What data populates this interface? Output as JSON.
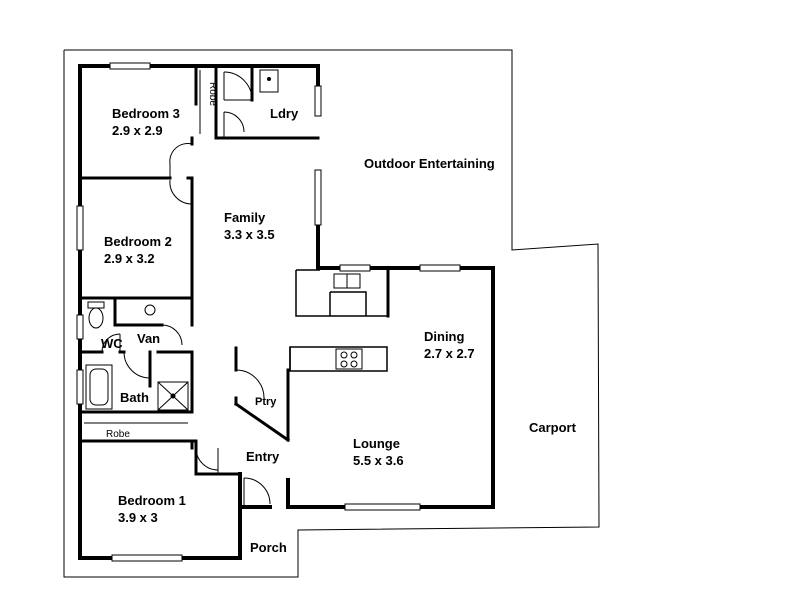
{
  "plan": {
    "rooms": {
      "bedroom3": {
        "name": "Bedroom 3",
        "size": "2.9 x 2.9"
      },
      "robe_b3": {
        "name": "Robe"
      },
      "laundry": {
        "name": "Ldry"
      },
      "outdoor": {
        "name": "Outdoor Entertaining"
      },
      "family": {
        "name": "Family",
        "size": "3.3 x 3.5"
      },
      "bedroom2": {
        "name": "Bedroom 2",
        "size": "2.9 x 3.2"
      },
      "dining": {
        "name": "Dining",
        "size": "2.7 x 2.7"
      },
      "vanity": {
        "name": "Van"
      },
      "wc": {
        "name": "WC"
      },
      "pantry": {
        "name": "Ptry"
      },
      "bath": {
        "name": "Bath"
      },
      "carport": {
        "name": "Carport"
      },
      "robe_b1": {
        "name": "Robe"
      },
      "lounge": {
        "name": "Lounge",
        "size": "5.5 x 3.6"
      },
      "entry": {
        "name": "Entry"
      },
      "bedroom1": {
        "name": "Bedroom 1",
        "size": "3.9 x 3"
      },
      "porch": {
        "name": "Porch"
      }
    }
  }
}
